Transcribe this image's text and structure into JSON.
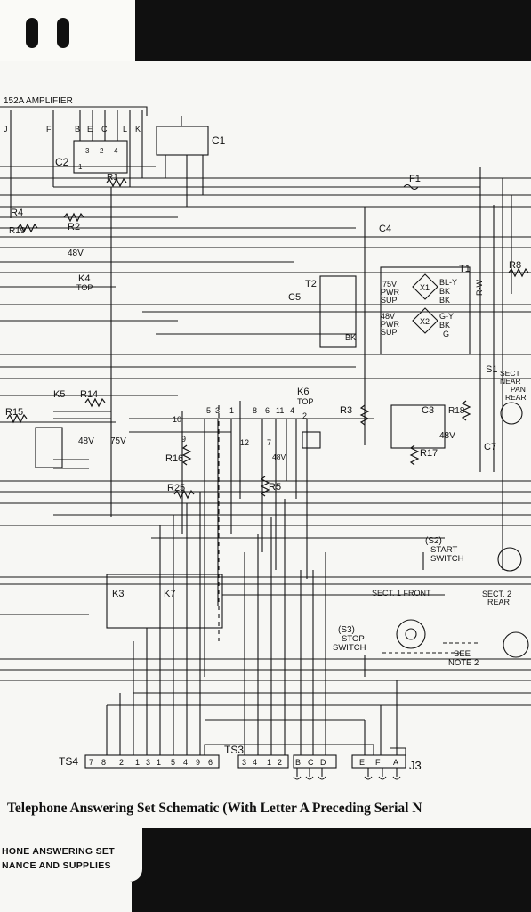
{
  "labels": {
    "amplifier": "152A AMPLIFIER",
    "amp_terminals": [
      "J",
      "F",
      "B",
      "E",
      "C",
      "L",
      "K"
    ],
    "c1": "C1",
    "c2": "C2",
    "c2_caps": [
      "1",
      "2",
      "3",
      "4"
    ],
    "r1": "R1",
    "r2": "R2",
    "r3": "R3",
    "r4": "R4",
    "r5": "R5",
    "r8": "R8",
    "r14": "R14",
    "r15": "R15",
    "r16": "R16",
    "r17": "R17",
    "r18": "R18",
    "r19": "R19",
    "r25": "R25",
    "c3": "C3",
    "c4": "C4",
    "c5": "C5",
    "c7": "C7",
    "f1": "F1",
    "t1": "T1",
    "t2": "T2",
    "k4": "K4",
    "k4_top": "TOP",
    "k5": "K5",
    "k6": "K6",
    "k6_top": "TOP",
    "k3": "K3",
    "k7": "K7",
    "v48_a": "48V",
    "v48_b": "48V",
    "v48_c": "48V",
    "v48_d": "48V",
    "v75": "75V",
    "pwr75": [
      "75V",
      "PWR",
      "SUP"
    ],
    "pwr48": [
      "48V",
      "PWR",
      "SUP"
    ],
    "t1_leads": [
      "BL-Y",
      "BK",
      "BK",
      "G-Y",
      "BK",
      "G"
    ],
    "t1_rw": "R-W",
    "x1": "X1",
    "x2": "X2",
    "bk": "BK",
    "s1_lines": [
      "S1",
      "SECT",
      "NEAR",
      "PAN",
      "REAR"
    ],
    "s2_lines": [
      "(S2)",
      "START",
      "SWITCH"
    ],
    "s3_lines": [
      "(S3)",
      "STOP",
      "SWITCH"
    ],
    "sect1_front": "SECT. 1 FRONT",
    "sect2_lines": [
      "SECT. 2",
      "REAR"
    ],
    "see_note": [
      "SEE",
      "NOTE 2"
    ],
    "ts4": "TS4",
    "ts3": "TS3",
    "j3": "J3",
    "ts4_terms": [
      "7",
      "8",
      "2",
      "1",
      "3",
      "1",
      "5",
      "4",
      "9",
      "6"
    ],
    "ts3_terms": [
      "3",
      "4",
      "1",
      "2"
    ],
    "j3_terms": [
      "B",
      "C",
      "D",
      "E",
      "F",
      "A"
    ],
    "relay_pins": [
      "1",
      "2",
      "3",
      "4",
      "5",
      "6",
      "7",
      "8",
      "9",
      "10",
      "11",
      "12"
    ]
  },
  "caption": "Telephone Answering Set Schematic (With Letter A Preceding Serial N",
  "footer": {
    "line1": "HONE ANSWERING SET",
    "line2": "NANCE AND SUPPLIES"
  }
}
